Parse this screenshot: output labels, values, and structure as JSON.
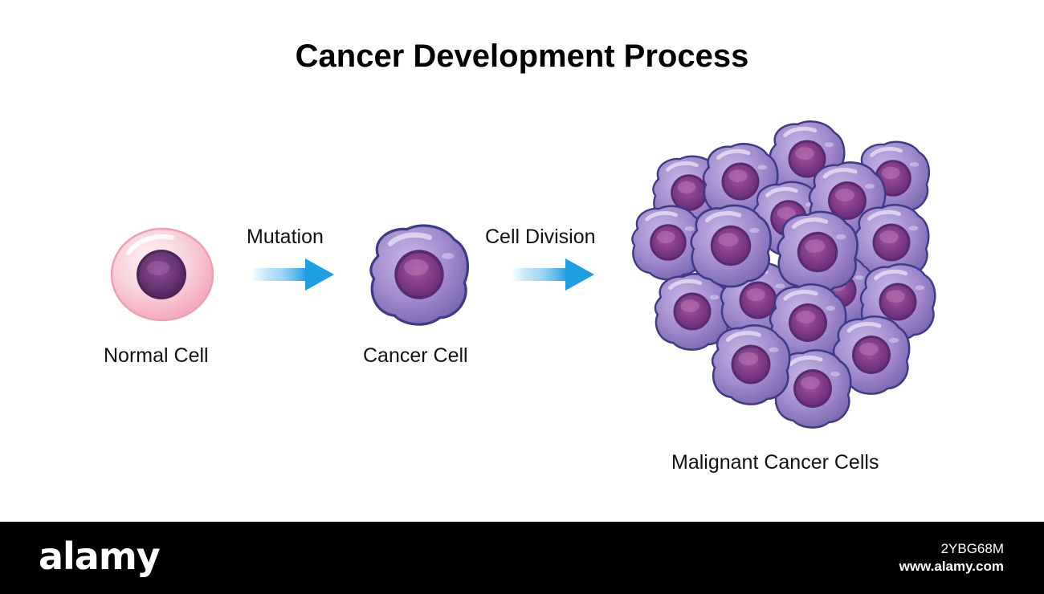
{
  "title": "Cancer Development Process",
  "stages": {
    "normal": "Normal Cell",
    "cancer": "Cancer Cell",
    "malignant": "Malignant Cancer Cells"
  },
  "transitions": {
    "mutation": "Mutation",
    "division": "Cell Division"
  },
  "colors": {
    "normal_cell": "#f7c9d4",
    "normal_nucleus": "#7a3d86",
    "cancer_cell": "#9b87c6",
    "cancer_outline": "#3d3a86",
    "cancer_nucleus": "#8a3f8f",
    "arrow": "#2aa7e6"
  },
  "footer": {
    "logo": "alamy",
    "image_id": "2YBG68M",
    "site": "www.alamy.com"
  }
}
